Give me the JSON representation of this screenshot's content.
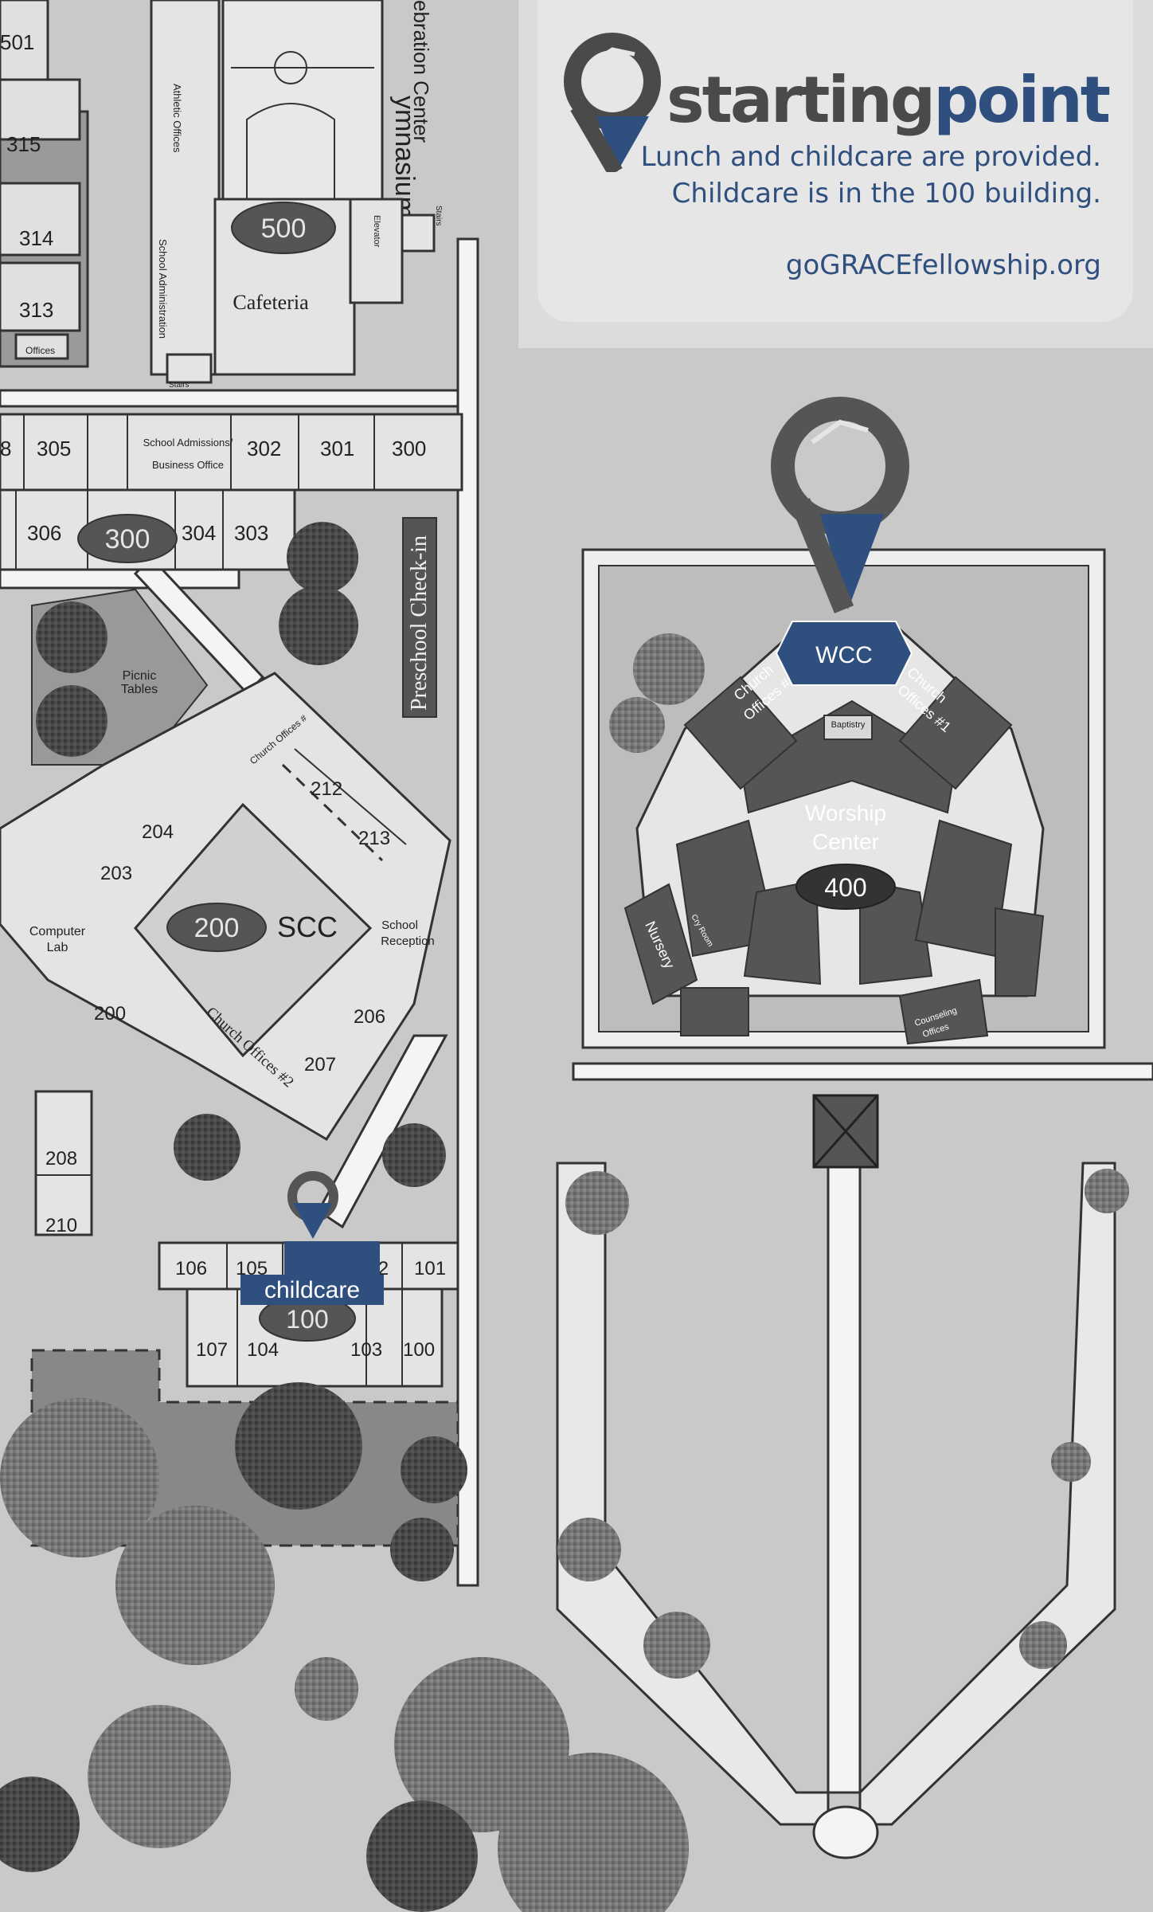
{
  "promo": {
    "brand_part1": "starting",
    "brand_part2": "point",
    "line1": "Lunch and childcare are provided.",
    "line2": "Childcare is in the 100 building.",
    "website": "goGRACEfellowship.org"
  },
  "colors": {
    "accent_blue": "#2f4f7f",
    "dark_gray": "#4a4a4a"
  },
  "buildings": {
    "b500": "500",
    "b300": "300",
    "b200": "200",
    "b400": "400",
    "b100": "100",
    "scc": "SCC",
    "wcc": "WCC",
    "worship1": "Worship",
    "worship2": "Center",
    "childcare": "childcare"
  },
  "rooms": {
    "r501": "501",
    "r315": "315",
    "r314": "314",
    "r313": "313",
    "offices_small": "Offices",
    "r305": "305",
    "r8": "8",
    "r302": "302",
    "r301": "301",
    "r300": "300",
    "r306": "306",
    "r304": "304",
    "r303": "303",
    "r212": "212",
    "r213": "213",
    "r204": "204",
    "r203": "203",
    "r200": "200",
    "r206": "206",
    "r207": "207",
    "r208": "208",
    "r210": "210",
    "r106": "106",
    "r105": "105",
    "r102": "102",
    "r101": "101",
    "r107": "107",
    "r104": "104",
    "r103": "103",
    "r100": "100"
  },
  "labels": {
    "gymnasium": "ymnasium",
    "celebration": "ebration Center",
    "athletic": "Athletic Offices",
    "school_admin": "School Administration",
    "cafeteria": "Cafeteria",
    "elevator": "Elevator",
    "stairs": "Stairs",
    "stairs2": "Stairs",
    "school_admissions1": "School Admissions/",
    "school_admissions2": "Business Office",
    "preschool": "Preschool Check-in",
    "picnic1": "Picnic",
    "picnic2": "Tables",
    "church_offices_hash": "Church Offices #",
    "computer1": "Computer",
    "computer2": "Lab",
    "school_reception1": "School",
    "school_reception2": "Reception",
    "church_offices_2": "Church Offices #2",
    "church_offices_1_left1": "Church",
    "church_offices_1_left2": "Offices #1",
    "church_offices_1_right1": "Church",
    "church_offices_1_right2": "Offices #1",
    "baptistry": "Baptistry",
    "nursery": "Nursery",
    "cry_room": "Cry Room",
    "counseling1": "Counseling",
    "counseling2": "Offices"
  }
}
